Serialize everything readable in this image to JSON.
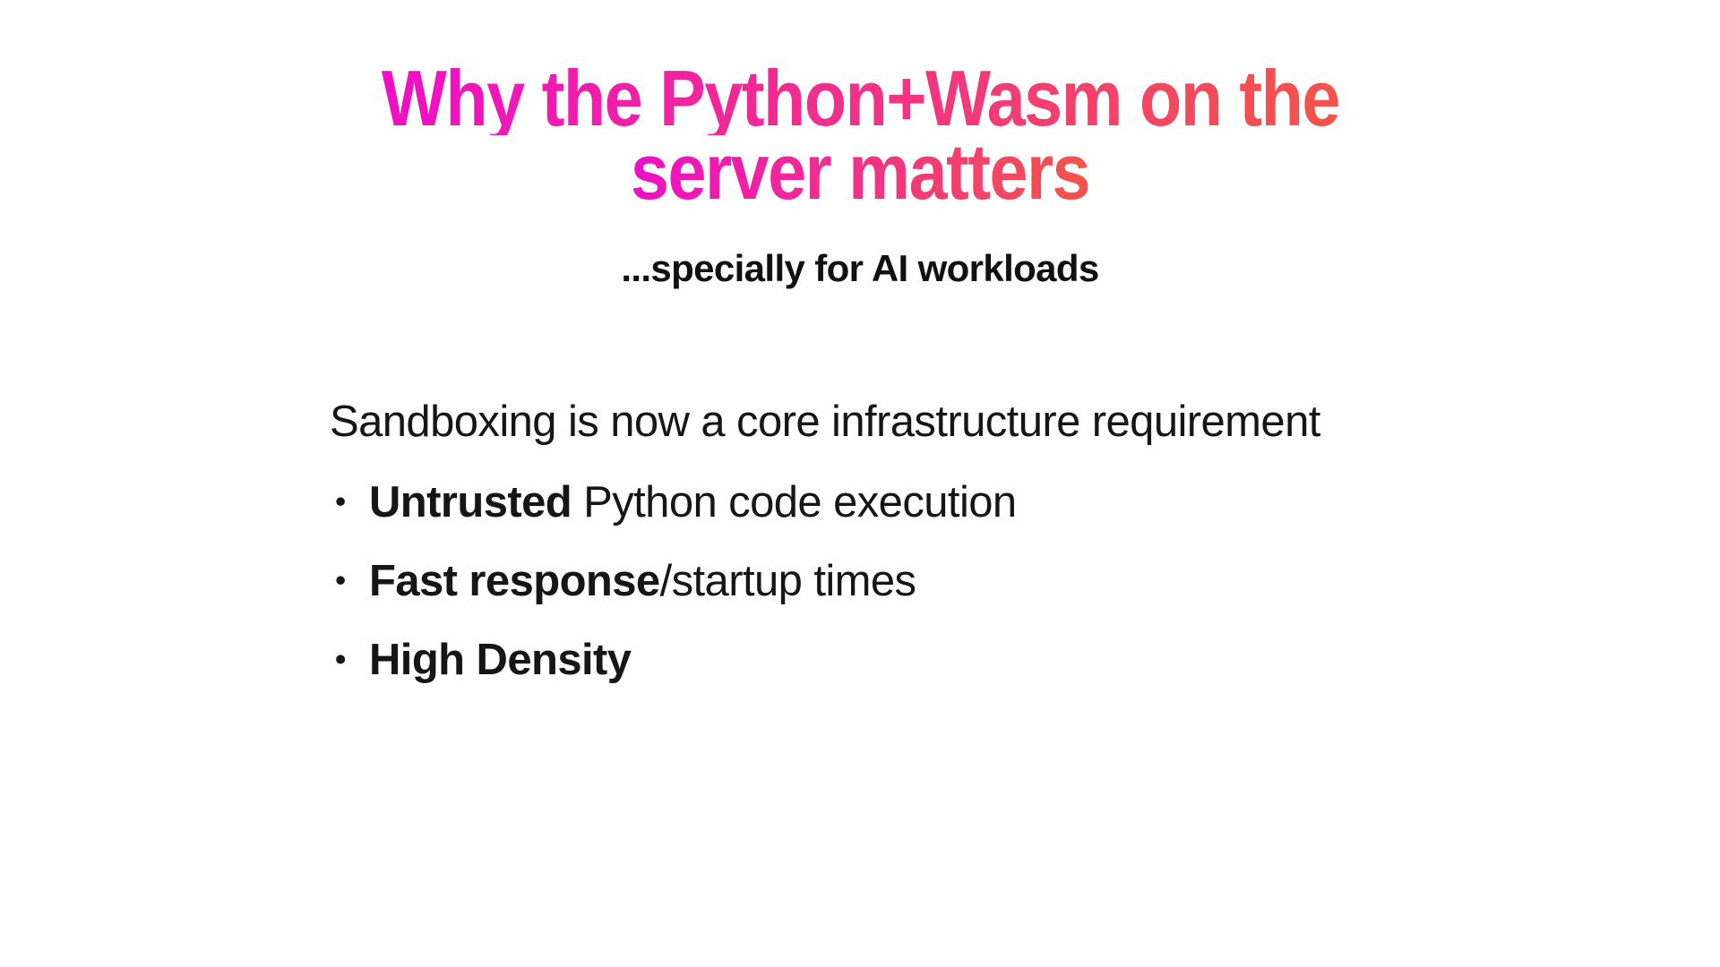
{
  "slide": {
    "background": "#ffffff",
    "title": {
      "line1": "Why the Python+Wasm on the",
      "line2": "server matters",
      "gradient_start": "#EF0EC7",
      "gradient_end": "#F55449"
    },
    "subtitle": "...specially for AI workloads",
    "body": {
      "lead": "Sandboxing is now a core infrastructure requirement",
      "text_color": "#161616",
      "bullets": [
        {
          "bold": "Untrusted",
          "rest": " Python code execution"
        },
        {
          "bold": "Fast response",
          "rest": "/startup times"
        },
        {
          "bold": "High Density",
          "rest": ""
        }
      ]
    },
    "bullet_glyph": "•"
  }
}
